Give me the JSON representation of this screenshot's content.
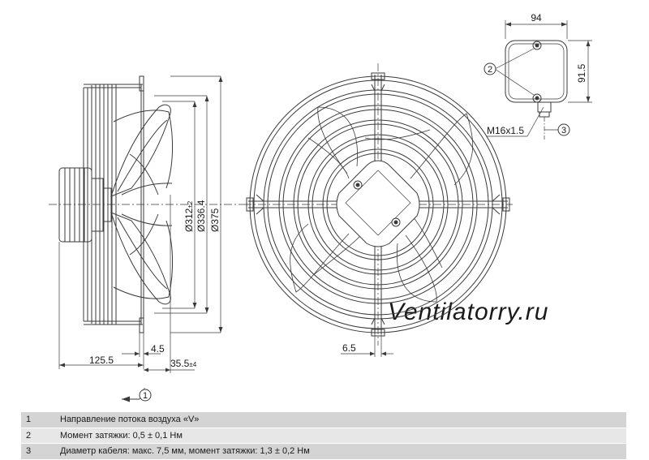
{
  "dimensions": {
    "d_312": "Ø312",
    "d_312_tol": "±2",
    "d_336": "Ø336.4",
    "d_375": "Ø375",
    "len_125": "125.5",
    "len_4_5": "4.5",
    "len_35_5": "35.5",
    "len_35_5_tol": "±4",
    "len_6_5": "6.5",
    "box_width": "94",
    "box_height": "91.5",
    "thread": "M16x1.5"
  },
  "callouts": {
    "airflow": "1",
    "torque": "2",
    "cable": "3"
  },
  "watermark": "Ventilatorry.ru",
  "legend": [
    {
      "num": "1",
      "text": "Направление потока воздуха «V»"
    },
    {
      "num": "2",
      "text": "Момент затяжки: 0,5 ± 0,1 Нм"
    },
    {
      "num": "3",
      "text": "Диаметр кабеля: макс. 7,5 мм, момент затяжки: 1,3 ± 0,2 Нм"
    }
  ],
  "colors": {
    "line": "#3a3a3a",
    "legend_dark": "#d4d4d4",
    "legend_light": "#e7e7e7"
  }
}
